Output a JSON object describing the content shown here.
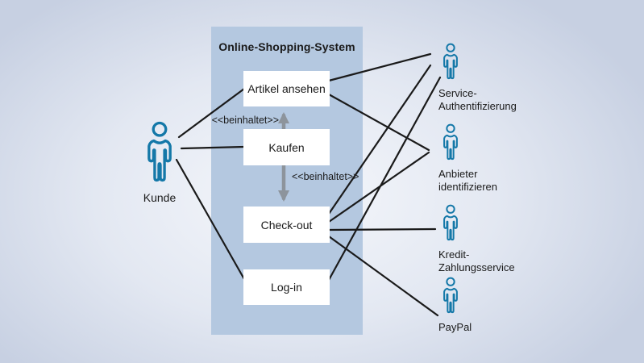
{
  "diagram": {
    "type": "uml-use-case",
    "system": {
      "title": "Online-Shopping-System"
    },
    "use_cases": [
      {
        "id": "artikel",
        "label": "Artikel ansehen"
      },
      {
        "id": "kaufen",
        "label": "Kaufen"
      },
      {
        "id": "checkout",
        "label": "Check-out"
      },
      {
        "id": "login",
        "label": "Log-in"
      }
    ],
    "actors": {
      "kunde": {
        "label": "Kunde"
      },
      "right": [
        {
          "id": "service",
          "lines": [
            "Service-",
            "Authentifizierung"
          ]
        },
        {
          "id": "anbieter",
          "lines": [
            "Anbieter",
            "identifizieren"
          ]
        },
        {
          "id": "kredit",
          "lines": [
            "Kredit-",
            "Zahlungsservice"
          ]
        },
        {
          "id": "paypal",
          "lines": [
            "PayPal"
          ]
        }
      ]
    },
    "associations": [
      {
        "from": "kunde",
        "to": "artikel"
      },
      {
        "from": "kunde",
        "to": "kaufen"
      },
      {
        "from": "kunde",
        "to": "login"
      },
      {
        "from": "artikel",
        "to": "service"
      },
      {
        "from": "artikel",
        "to": "anbieter"
      },
      {
        "from": "checkout",
        "to": "service"
      },
      {
        "from": "checkout",
        "to": "anbieter"
      },
      {
        "from": "checkout",
        "to": "kredit"
      },
      {
        "from": "checkout",
        "to": "paypal"
      },
      {
        "from": "login",
        "to": "service"
      }
    ],
    "includes": [
      {
        "from": "kaufen",
        "to": "artikel",
        "label": "<<beinhaltet>>"
      },
      {
        "from": "kaufen",
        "to": "checkout",
        "label": "<<beinhaltet>>"
      }
    ],
    "colors": {
      "background_outer": "#c7d0e2",
      "background_inner": "#f5f7fb",
      "system_fill": "#b4c8e0",
      "usecase_fill": "#ffffff",
      "actor_stroke": "#1478a8",
      "association_line": "#1a1a1a",
      "include_arrow": "#8d949c",
      "text": "#1a1a1a"
    }
  }
}
